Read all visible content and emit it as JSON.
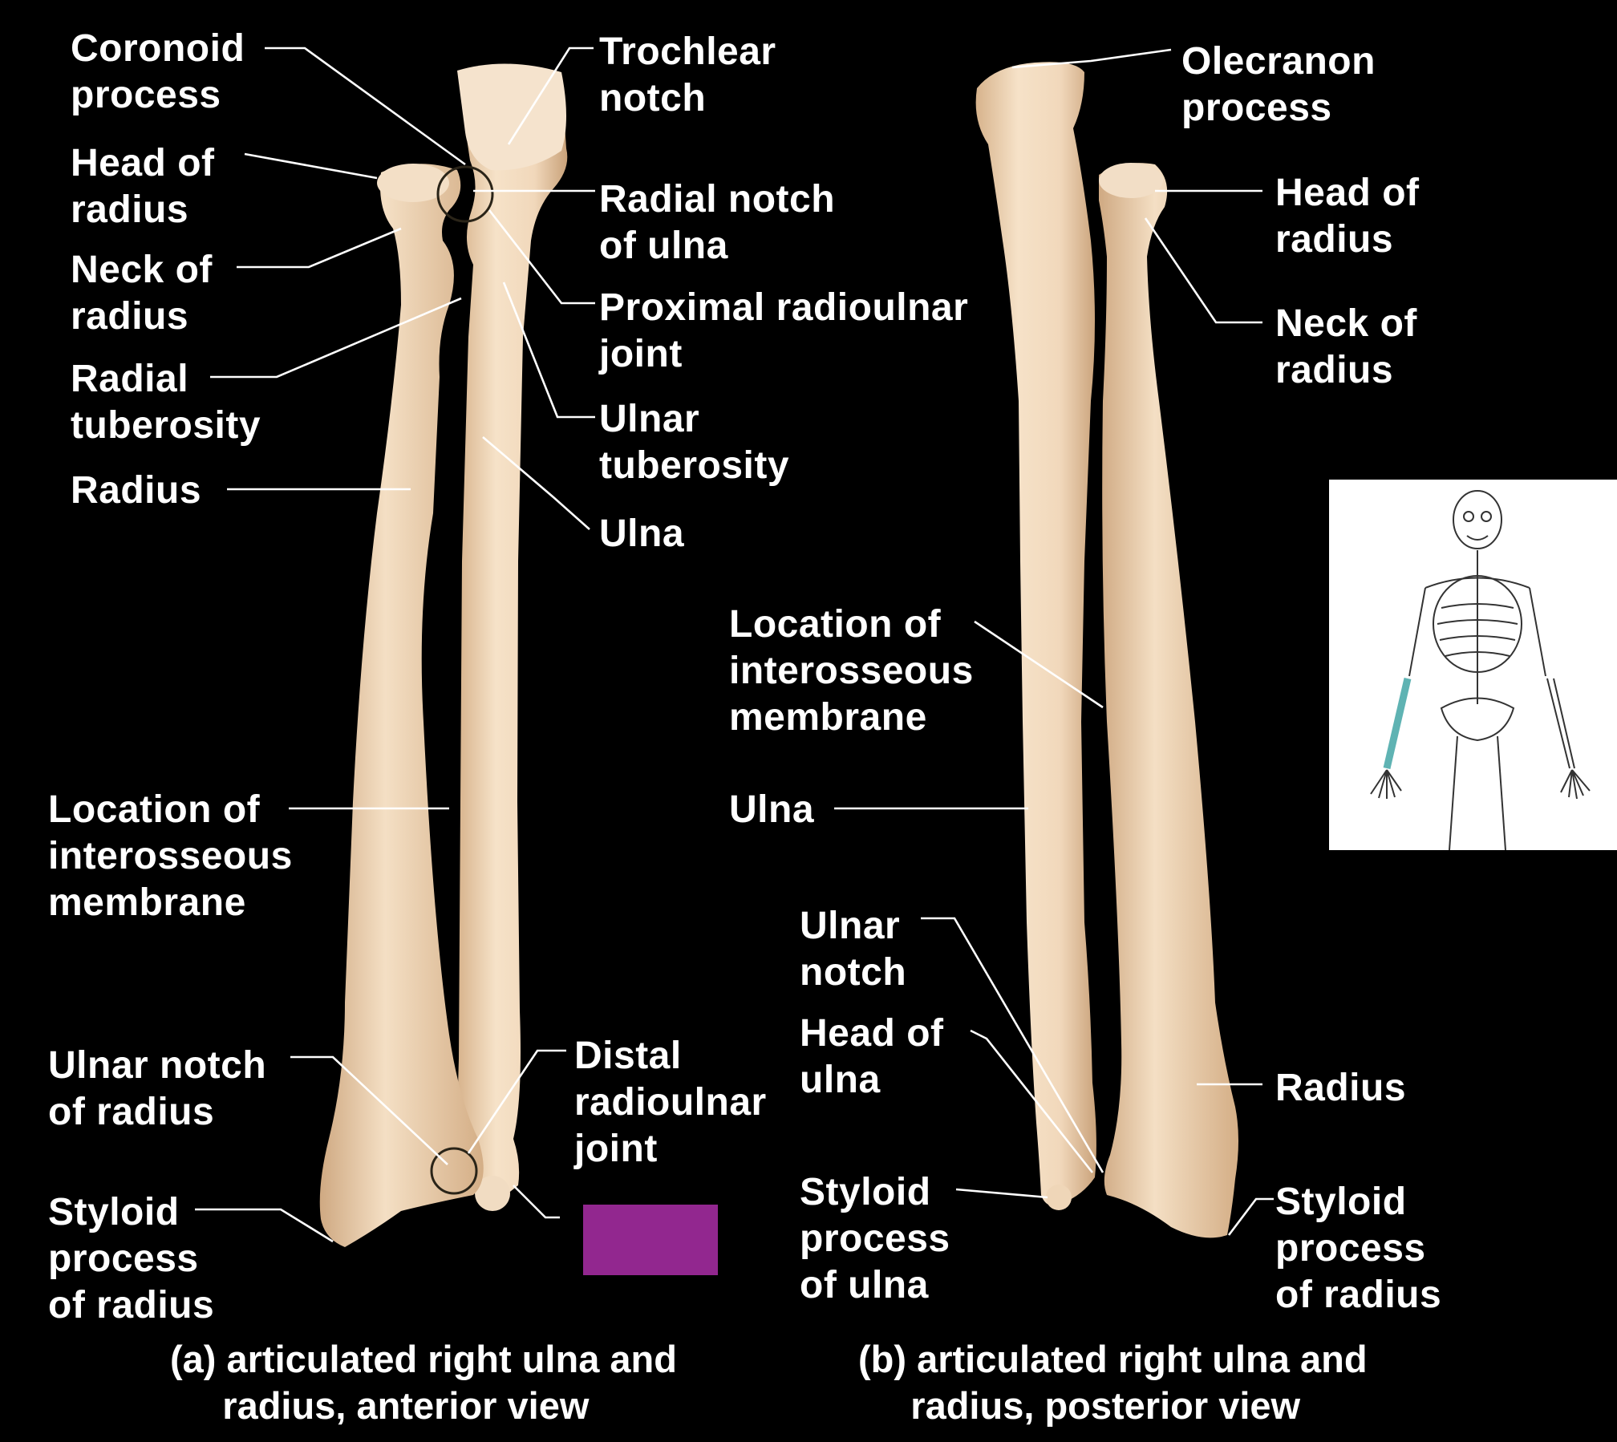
{
  "view_a": {
    "caption": "(a) articulated right ulna and\n     radius, anterior view",
    "labels": {
      "coronoid_process": "Coronoid\nprocess",
      "head_of_radius": "Head of\nradius",
      "neck_of_radius": "Neck of\nradius",
      "radial_tuberosity": "Radial\ntuberosity",
      "radius": "Radius",
      "trochlear_notch": "Trochlear\nnotch",
      "radial_notch_of_ulna": "Radial notch\nof ulna",
      "proximal_radioulnar_joint": "Proximal radioulnar\njoint",
      "ulnar_tuberosity": "Ulnar\ntuberosity",
      "ulna": "Ulna",
      "location_of_interosseous_membrane": "Location of\ninterosseous\nmembrane",
      "ulnar_notch_of_radius": "Ulnar notch\nof radius",
      "styloid_process_of_radius": "Styloid\nprocess\nof radius",
      "distal_radioulnar_joint": "Distal\nradioulnar\njoint"
    }
  },
  "view_b": {
    "caption": "(b) articulated right ulna and\n     radius, posterior view",
    "labels": {
      "olecranon_process": "Olecranon\nprocess",
      "head_of_radius": "Head of\nradius",
      "neck_of_radius": "Neck of\nradius",
      "location_of_interosseous_membrane": "Location of\ninterosseous\nmembrane",
      "ulna": "Ulna",
      "ulnar_notch": "Ulnar\nnotch",
      "head_of_ulna": "Head of\nulna",
      "styloid_process_of_ulna": "Styloid\nprocess\nof ulna",
      "radius": "Radius",
      "styloid_process_of_radius": "Styloid\nprocess\nof radius"
    }
  },
  "colors": {
    "background": "#000000",
    "bone": "#f3dcc2",
    "bone_shadow": "#d9b894",
    "label_text": "#ffffff",
    "hidden_box": "#92278f",
    "inset_highlight": "#5fb3b3"
  },
  "icons": {
    "inset": "skeleton-locator-icon"
  }
}
